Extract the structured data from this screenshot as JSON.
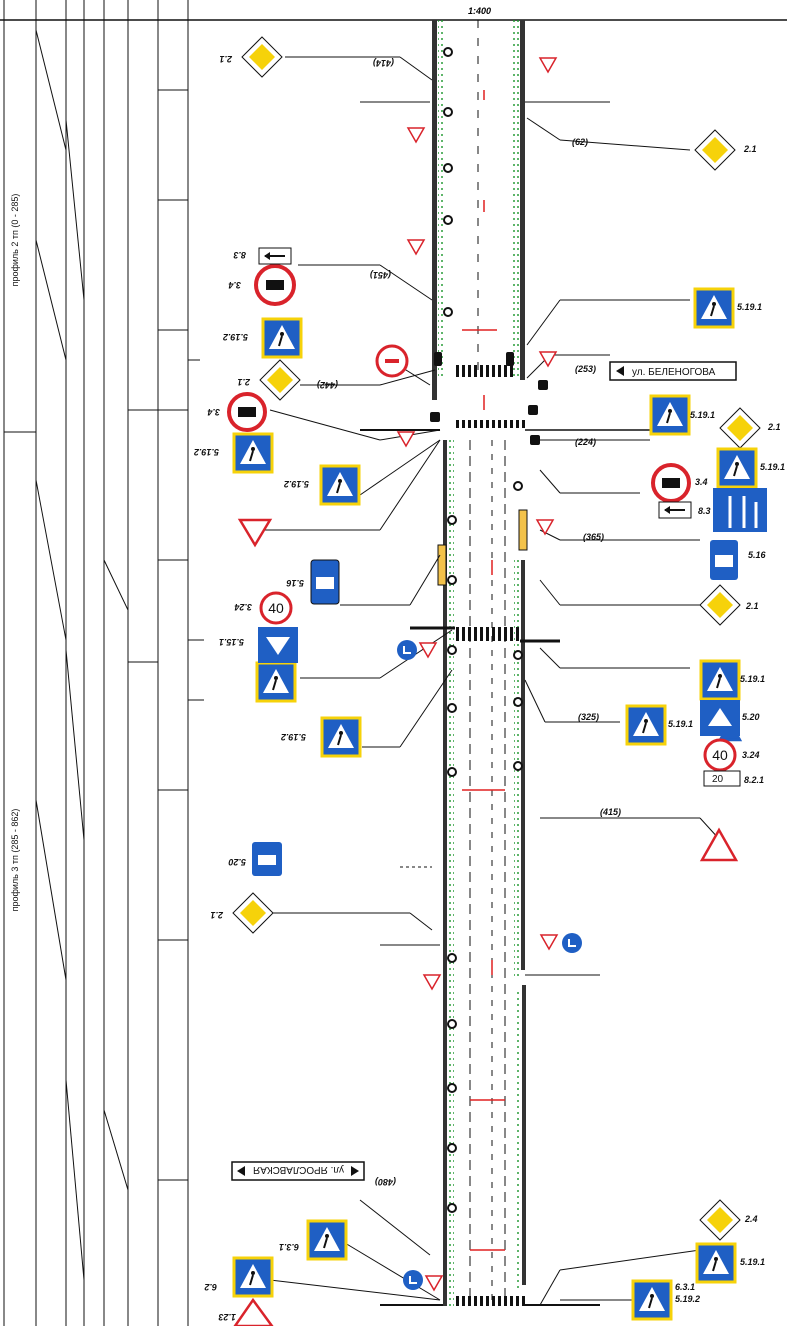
{
  "scale": "1:400",
  "streets": {
    "belenogova_plate": "ул. БЕЛЕНОГОВА",
    "yaroslavskaya_plate": "ул. ЯРОСЛАВСКАЯ",
    "plate_speed": "20"
  },
  "sign_values": {
    "speed_limit_1": "40",
    "speed_limit_2": "40"
  },
  "sign_codes": [
    "2.1",
    "2.1",
    "2.1",
    "2.1",
    "2.1",
    "2.1",
    "5.19.1",
    "5.19.1",
    "5.19.1",
    "5.19.1",
    "5.19.1",
    "5.19.1",
    "5.19.2",
    "5.19.2",
    "5.19.2",
    "5.19.2",
    "5.19.2",
    "3.4",
    "3.4",
    "3.4",
    "3.24",
    "3.24",
    "5.15.1",
    "5.16",
    "5.16",
    "5.20",
    "5.20",
    "8.2.1",
    "8.3",
    "8.3",
    "1.23",
    "2.4",
    "6.2",
    "6.3.1",
    "6.3.1"
  ],
  "distances": [
    "(414)",
    "(62)",
    "(442)",
    "(451)",
    "(253)",
    "(224)",
    "(365)",
    "(325)",
    "(415)",
    "(480)"
  ],
  "left_table": {
    "profile_note_1": "профиль 2 тп (0 - 285)",
    "profile_note_2": "профиль 3 тп (285 - 862)"
  },
  "colors": {
    "sign_red": "#d9232b",
    "sign_blue": "#1f5fc4",
    "priority_yellow": "#f6d20a",
    "marking_green": "#2a9d3a",
    "axis_red": "#e02020"
  }
}
